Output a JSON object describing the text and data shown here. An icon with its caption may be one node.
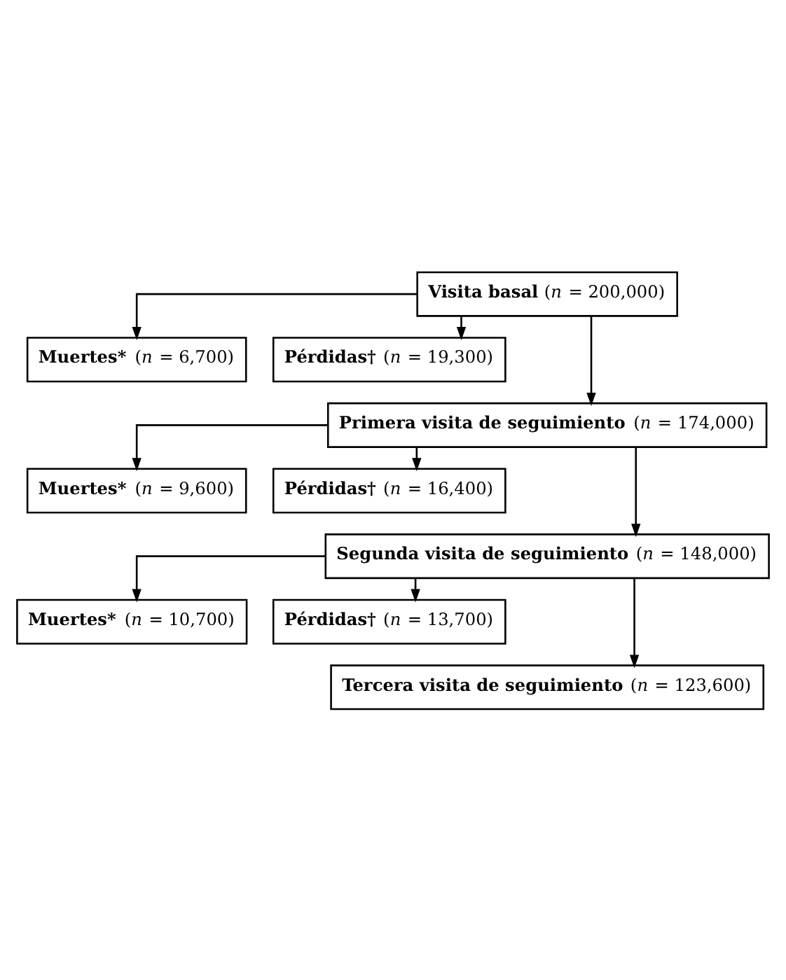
{
  "diagram": {
    "nodes": [
      {
        "text": [
          "**Visita basal** (*n* = 200,000)"
        ]
      },
      {
        "text": [
          "**Muertes*** (*n* = 6,700)"
        ]
      },
      {
        "text": [
          "**Pérdidas†** (*n* = 19,300)"
        ]
      },
      {
        "text": [
          "**Primera visita de seguimiento** (*n* = 174,000)"
        ]
      },
      {
        "text": [
          "**Muertes*** (*n* = 9,600)"
        ]
      },
      {
        "text": [
          "**Pérdidas†** (*n* = 16,400)"
        ]
      },
      {
        "text": [
          "**Segunda visita de seguimiento** (*n* = 148,000)"
        ]
      },
      {
        "text": [
          "**Muertes*** (*n* = 10,700)"
        ]
      },
      {
        "text": [
          "**Pérdidas†** (*n* = 13,700)"
        ]
      },
      {
        "text": [
          "**Tercera visita de seguimiento** (*n* = 123,600)"
        ]
      }
    ],
    "edges": [
      {
        "from": 0,
        "to": 1,
        "arrow": "to"
      },
      {
        "from": 0,
        "to": 2,
        "arrow": "to"
      },
      {
        "from": 0,
        "to": 3,
        "arrow": "to"
      },
      {
        "from": 3,
        "to": 4,
        "arrow": "to"
      },
      {
        "from": 3,
        "to": 5,
        "arrow": "to"
      },
      {
        "from": 3,
        "to": 6,
        "arrow": "to"
      },
      {
        "from": 6,
        "to": 7,
        "arrow": "to"
      },
      {
        "from": 6,
        "to": 8,
        "arrow": "to"
      },
      {
        "from": 6,
        "to": 9,
        "arrow": "to"
      }
    ]
  }
}
